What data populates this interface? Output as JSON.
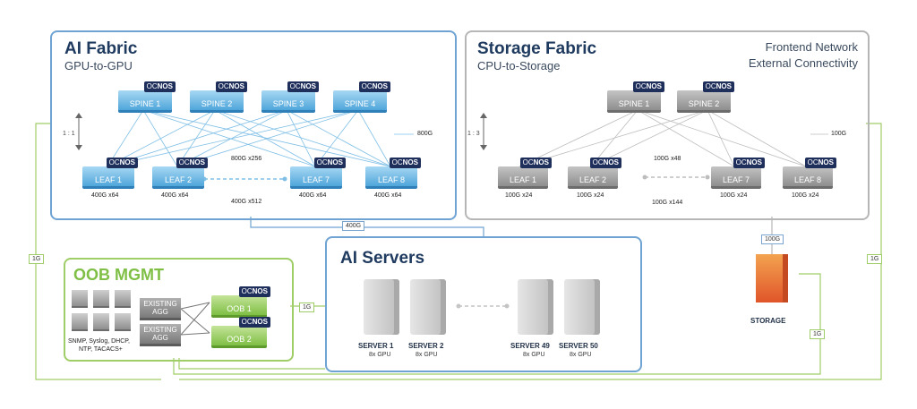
{
  "ai_fabric": {
    "title": "AI Fabric",
    "subtitle": "GPU-to-GPU",
    "spines": [
      "SPINE 1",
      "SPINE 2",
      "SPINE 3",
      "SPINE 4"
    ],
    "leaves": [
      "LEAF 1",
      "LEAF 2",
      "LEAF 7",
      "LEAF 8"
    ],
    "leaf_links": [
      "400G x64",
      "400G x64",
      "400G x64",
      "400G x64"
    ],
    "uplink_speed": "800G",
    "uplink_count": "800G x256",
    "downlink_total": "400G x512",
    "ratio": "1 : 1"
  },
  "storage_fabric": {
    "title": "Storage Fabric",
    "subtitle": "CPU-to-Storage",
    "note_line1": "Frontend Network",
    "note_line2": "External Connectivity",
    "spines": [
      "SPINE 1",
      "SPINE 2"
    ],
    "leaves": [
      "LEAF 1",
      "LEAF 2",
      "LEAF 7",
      "LEAF 8"
    ],
    "leaf_links": [
      "100G x24",
      "100G x24",
      "100G x24",
      "100G x24"
    ],
    "uplink_speed": "100G",
    "uplink_count": "100G x48",
    "downlink_total": "100G x144",
    "ratio": "1 : 3"
  },
  "oob": {
    "title": "OOB MGMT",
    "agg1": "EXISTING AGG",
    "agg2": "EXISTING AGG",
    "switch1": "OOB 1",
    "switch2": "OOB 2",
    "services_line1": "SNMP, Syslog, DHCP,",
    "services_line2": "NTP, TACACS+"
  },
  "servers": {
    "title": "AI Servers",
    "items": [
      {
        "name": "SERVER 1",
        "gpu": "8x GPU"
      },
      {
        "name": "SERVER 2",
        "gpu": "8x GPU"
      },
      {
        "name": "SERVER 49",
        "gpu": "8x GPU"
      },
      {
        "name": "SERVER 50",
        "gpu": "8x GPU"
      }
    ]
  },
  "storage": {
    "label": "STORAGE"
  },
  "links": {
    "ai_to_servers": "400G",
    "storage_to_fabric": "100G",
    "mgmt_left": "1G",
    "mgmt_right": "1G",
    "mgmt_servers": "1G",
    "mgmt_storage": "1G"
  },
  "badge": {
    "prefix": "Oc",
    "suffix": "NOS"
  },
  "colors": {
    "ai": "#6ea3d3",
    "storage": "#b6b6b6",
    "oob": "#9fcd67",
    "storage_box": "#e0552a"
  }
}
